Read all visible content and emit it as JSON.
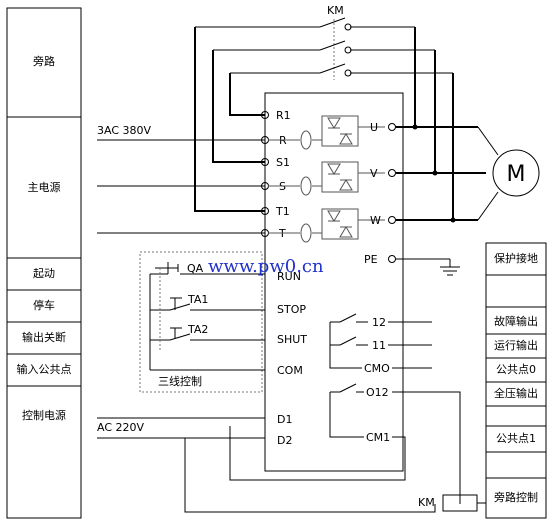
{
  "watermark": "www.pw0.cn",
  "left_column": {
    "bypass": "旁路",
    "main_power": "主电源",
    "start": "起动",
    "stop": "停车",
    "output_off": "输出关断",
    "input_common": "输入公共点",
    "control_power": "控制电源"
  },
  "right_column": {
    "protective_ground": "保护接地",
    "fault_output": "故障输出",
    "run_output": "运行输出",
    "common0": "公共点0",
    "full_voltage_output": "全压输出",
    "common1": "公共点1",
    "bypass_control": "旁路控制"
  },
  "supply": {
    "three_phase": "3AC 380V",
    "control_ac": "AC 220V"
  },
  "contactor": {
    "top_label": "KM",
    "coil_label": "KM"
  },
  "motor": "M",
  "three_wire": {
    "qa": "QA",
    "ta1": "TA1",
    "ta2": "TA2",
    "caption": "三线控制"
  },
  "terminals_left": {
    "r1": "R1",
    "r": "R",
    "s1": "S1",
    "s": "S",
    "t1": "T1",
    "t": "T",
    "run": "RUN",
    "stop": "STOP",
    "shut": "SHUT",
    "com": "COM",
    "d1": "D1",
    "d2": "D2"
  },
  "terminals_right": {
    "u": "U",
    "v": "V",
    "w": "W",
    "pe": "PE",
    "t12": "12",
    "t11": "11",
    "cmo": "CMO",
    "o12": "O12",
    "cm1": "CM1"
  }
}
